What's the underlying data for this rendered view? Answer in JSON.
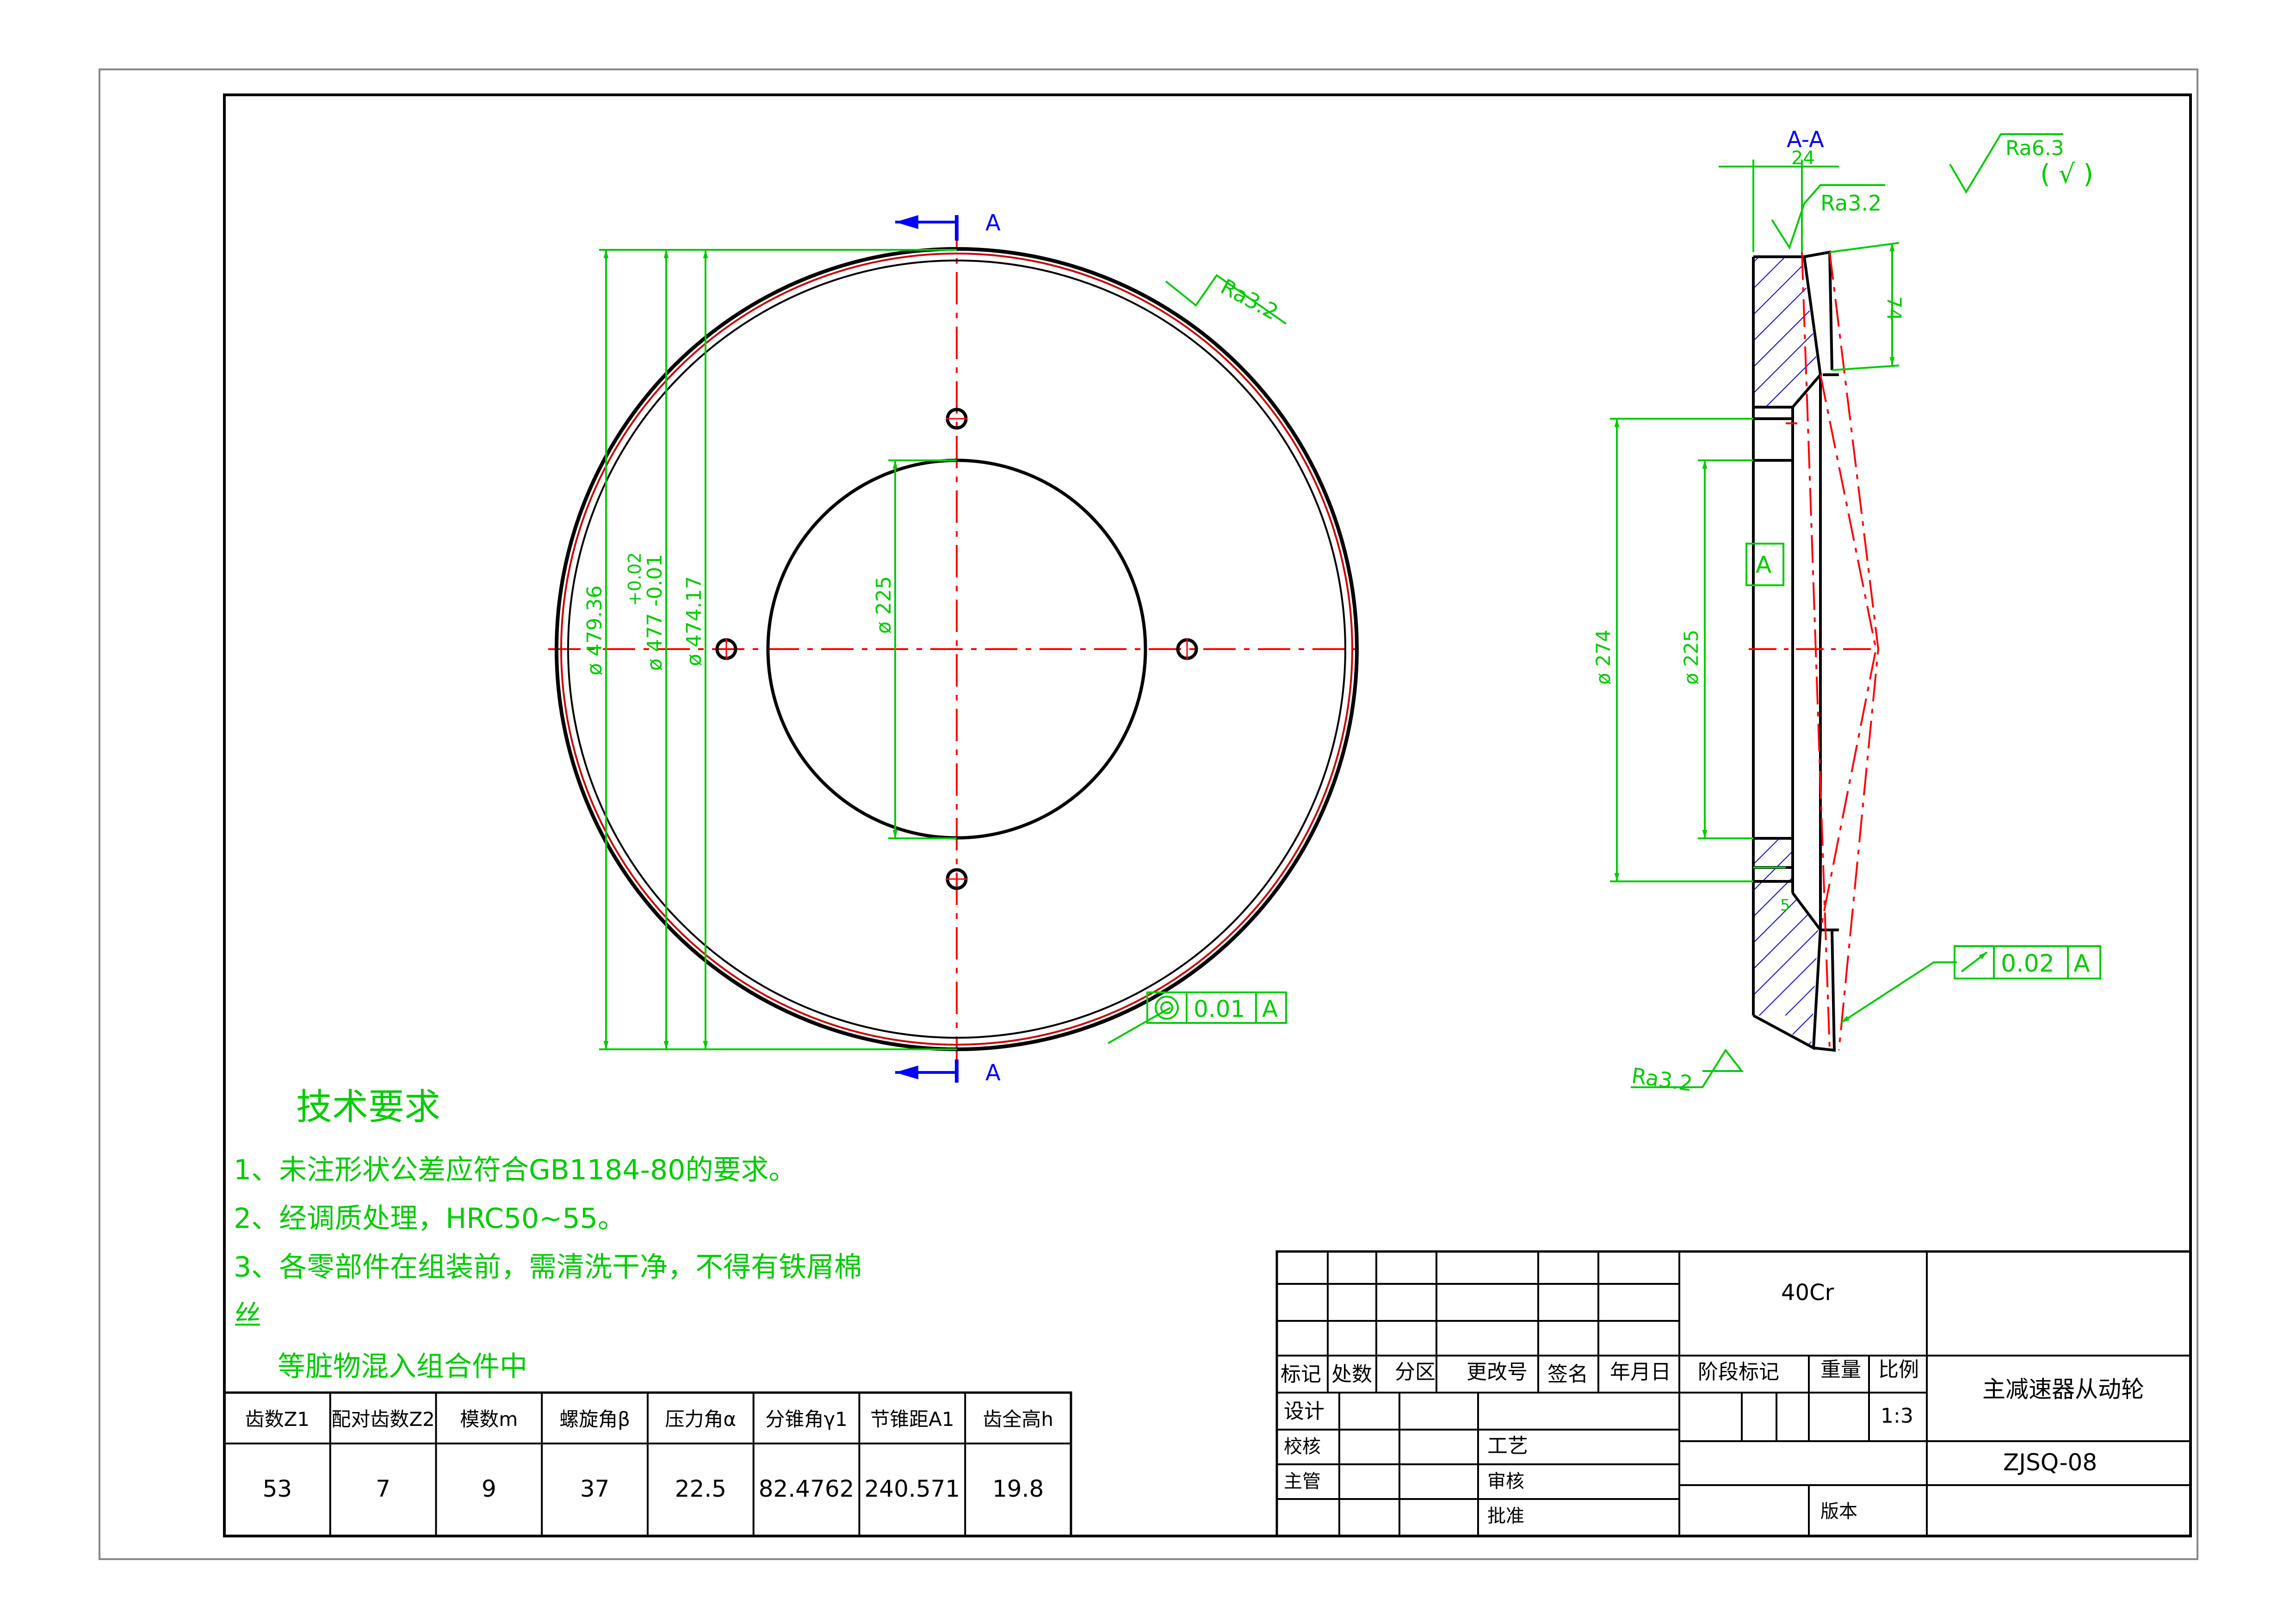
{
  "view_labels": {
    "section_top": "A",
    "section_bottom": "A",
    "section_view": "A-A"
  },
  "front_view": {
    "dims": {
      "d1": "ø 479.36",
      "d2_tol_upper": "+0.02",
      "d2": "ø 477 -0.01",
      "d3": "ø 474.17",
      "d4": "ø 225"
    },
    "roughness": "Ra3.2",
    "concentricity": {
      "value": "0.01",
      "datum": "A"
    }
  },
  "section": {
    "dims": {
      "width": "24",
      "height": "74",
      "d_bolt": "ø 274",
      "d_bore": "ø 225",
      "small": "5"
    },
    "roughness_top": "Ra3.2",
    "roughness_bottom": "Ra3.2",
    "datum": "A",
    "runout": {
      "value": "0.02",
      "datum": "A"
    }
  },
  "general_roughness": {
    "value": "Ra6.3",
    "bracket": "( √ )"
  },
  "tech_req": {
    "title": "技术要求",
    "lines": [
      "1、未注形状公差应符合GB1184-80的要求。",
      "2、经调质处理，HRC50~55。",
      "3、各零部件在组装前，需清洗干净，不得有铁屑棉",
      "丝",
      "等脏物混入组合件中"
    ]
  },
  "gear_params": {
    "headers": [
      "齿数Z1",
      "配对齿数Z2",
      "模数m",
      "螺旋角β",
      "压力角α",
      "分锥角γ1",
      "节锥距A1",
      "齿全高h"
    ],
    "values": [
      "53",
      "7",
      "9",
      "37",
      "22.5",
      "82.4762",
      "240.571",
      "19.8"
    ]
  },
  "title_block": {
    "material": "40Cr",
    "part_name": "主减速器从动轮",
    "drawing_no": "ZJSQ-08",
    "scale": "1:3",
    "labels": {
      "mark": "标记",
      "count": "处数",
      "zone": "分区",
      "change_no": "更改号",
      "sign": "签名",
      "date": "年月日",
      "stage": "阶段标记",
      "weight": "重量",
      "scale_label": "比例",
      "design": "设计",
      "check": "校核",
      "chief": "主管",
      "process": "工艺",
      "review": "审核",
      "approve": "批准",
      "version": "版本"
    }
  },
  "colors": {
    "frame": "#000000",
    "dimension": "#00cc00",
    "centerline": "#ff0000",
    "section_arrow": "#0000ff",
    "hatch": "#0000ff",
    "outline": "#000000"
  }
}
